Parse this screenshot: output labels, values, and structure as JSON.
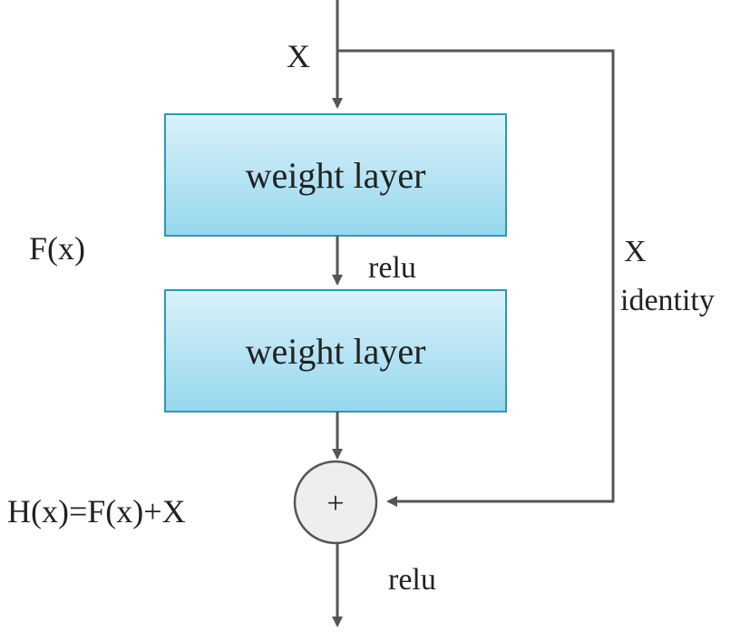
{
  "input_label": "X",
  "residual_label": "F(x)",
  "output_equation": "H(x)=F(x)+X",
  "blocks": [
    {
      "label": "weight layer"
    },
    {
      "label": "weight layer"
    }
  ],
  "activations": [
    "relu",
    "relu"
  ],
  "shortcut": {
    "label": "X",
    "sublabel": "identity"
  },
  "add_symbol": "+",
  "colors": {
    "box_fill_top": "#daf1fa",
    "box_fill_bottom": "#96d7ed",
    "box_border": "#2c9ab5",
    "line": "#555555",
    "adder_fill": "#eeeeee",
    "adder_border": "#555555"
  }
}
